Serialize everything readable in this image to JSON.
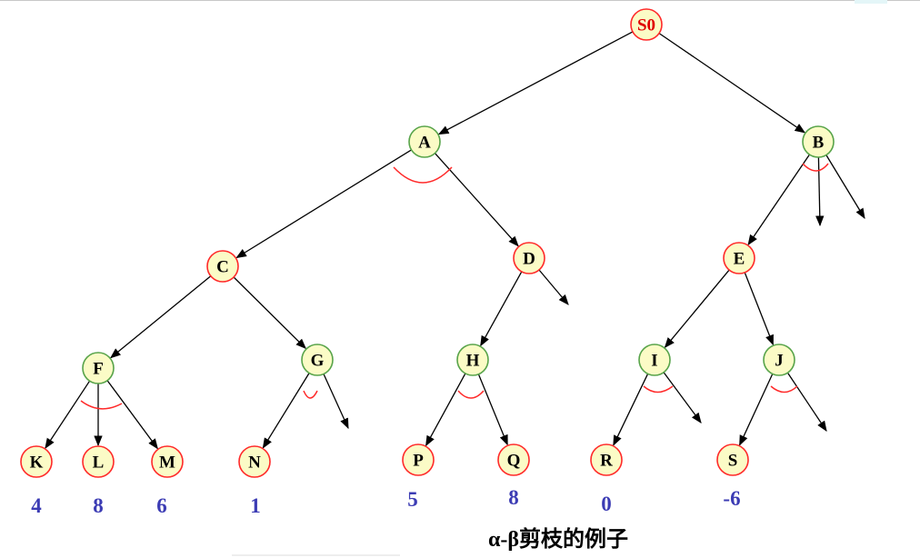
{
  "caption": "α-β剪枝的例子",
  "colors": {
    "root_text": "#e00000",
    "node_text": "#000000",
    "value_text": "#3c3cb4",
    "circle_fill": "#fbfbc6",
    "internal_stroke": "#58a44a",
    "leaf_stroke": "#ff2a2a",
    "edge": "#000000",
    "cut_arc": "#ff2a2a"
  },
  "nodes": [
    {
      "id": "S0",
      "label": "S0",
      "kind": "root"
    },
    {
      "id": "A",
      "label": "A",
      "kind": "internal"
    },
    {
      "id": "B",
      "label": "B",
      "kind": "internal"
    },
    {
      "id": "C",
      "label": "C",
      "kind": "red"
    },
    {
      "id": "D",
      "label": "D",
      "kind": "red"
    },
    {
      "id": "E",
      "label": "E",
      "kind": "red"
    },
    {
      "id": "F",
      "label": "F",
      "kind": "internal"
    },
    {
      "id": "G",
      "label": "G",
      "kind": "internal"
    },
    {
      "id": "H",
      "label": "H",
      "kind": "internal"
    },
    {
      "id": "I",
      "label": "I",
      "kind": "internal"
    },
    {
      "id": "J",
      "label": "J",
      "kind": "internal"
    },
    {
      "id": "K",
      "label": "K",
      "kind": "red",
      "value": "4"
    },
    {
      "id": "L",
      "label": "L",
      "kind": "red",
      "value": "8"
    },
    {
      "id": "M",
      "label": "M",
      "kind": "red",
      "value": "6"
    },
    {
      "id": "N",
      "label": "N",
      "kind": "red",
      "value": "1"
    },
    {
      "id": "P",
      "label": "P",
      "kind": "red",
      "value": "5"
    },
    {
      "id": "Q",
      "label": "Q",
      "kind": "red",
      "value": "8"
    },
    {
      "id": "R",
      "label": "R",
      "kind": "red",
      "value": "0"
    },
    {
      "id": "S",
      "label": "S",
      "kind": "red",
      "value": "-6"
    }
  ],
  "edges": [
    [
      "S0",
      "A"
    ],
    [
      "S0",
      "B"
    ],
    [
      "A",
      "C"
    ],
    [
      "A",
      "D"
    ],
    [
      "B",
      "E"
    ],
    [
      "C",
      "F"
    ],
    [
      "C",
      "G"
    ],
    [
      "D",
      "H"
    ],
    [
      "E",
      "I"
    ],
    [
      "E",
      "J"
    ],
    [
      "F",
      "K"
    ],
    [
      "F",
      "L"
    ],
    [
      "F",
      "M"
    ],
    [
      "G",
      "N"
    ],
    [
      "H",
      "P"
    ],
    [
      "H",
      "Q"
    ],
    [
      "I",
      "R"
    ],
    [
      "J",
      "S"
    ]
  ],
  "open_branches": [
    "B",
    "B",
    "D",
    "G",
    "I",
    "J"
  ],
  "cut_arcs": [
    "A",
    "B",
    "F",
    "G",
    "H",
    "I",
    "J"
  ]
}
